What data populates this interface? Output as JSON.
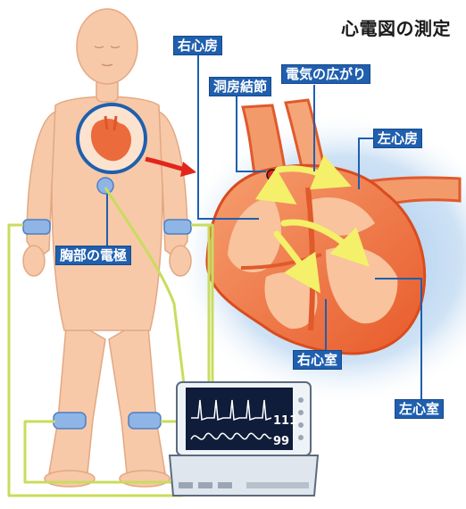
{
  "title": "心電図の測定",
  "labels": {
    "right_atrium": "右心房",
    "sinus_node": "洞房結節",
    "conduction": "電気の広がり",
    "left_atrium": "左心房",
    "chest_electrode": "胸部の電極",
    "right_ventricle": "右心室",
    "left_ventricle": "左心室"
  },
  "monitor": {
    "heart_rate": "111",
    "spo2": "99"
  },
  "colors": {
    "skin": "#f7c9a8",
    "heart": "#ee6a3a",
    "label_bg": "#1f5fae",
    "electrode": "#8fb4e6",
    "wire": "#c9dc5e",
    "monitor_screen": "#0f1c3a"
  }
}
